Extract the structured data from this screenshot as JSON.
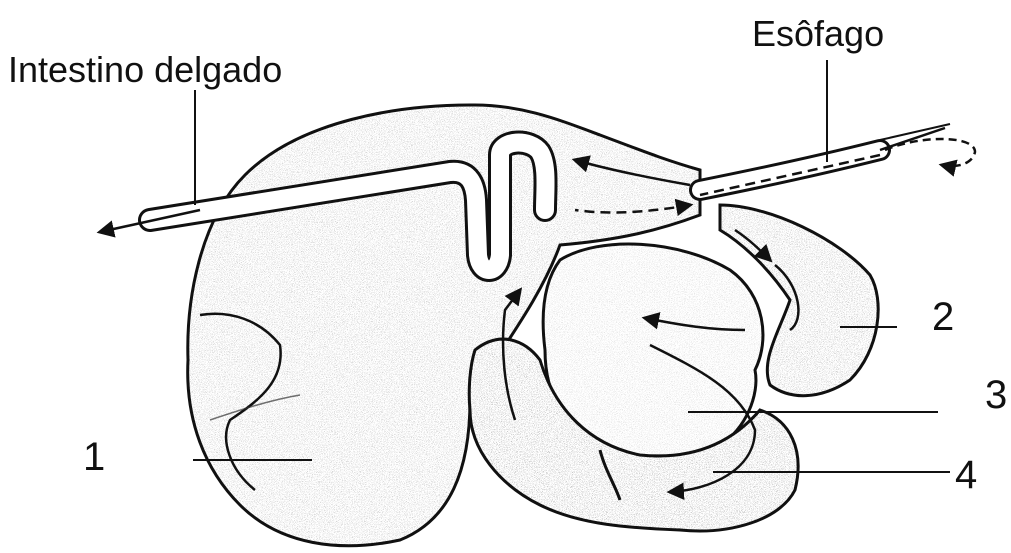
{
  "figure": {
    "labels": {
      "small_intestine": "Intestino delgado",
      "esophagus": "Esôfago",
      "n1": "1",
      "n2": "2",
      "n3": "3",
      "n4": "4"
    }
  },
  "colors": {
    "ink": "#111111",
    "background": "#ffffff",
    "stipple": "#555555"
  }
}
